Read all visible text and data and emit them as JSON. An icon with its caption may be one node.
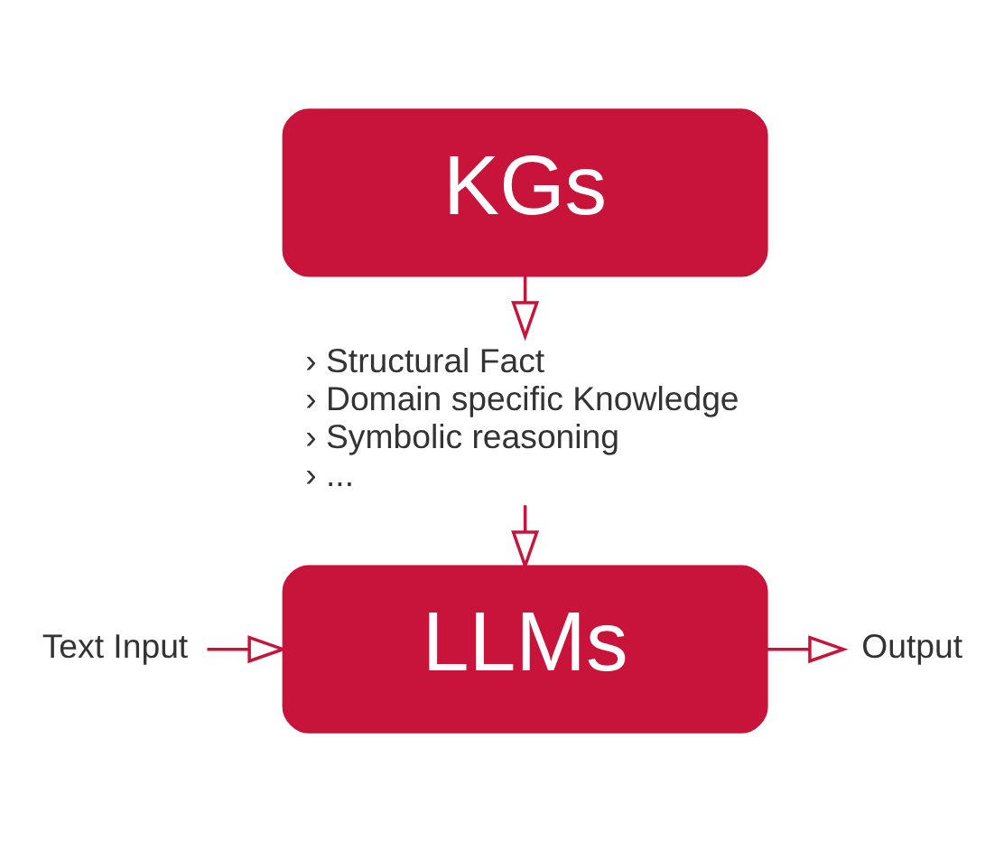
{
  "diagram": {
    "nodes": [
      {
        "text": [
          "KGs"
        ]
      },
      {
        "text": [
          "› Structural Fact",
          "› Domain specific Knowledge",
          "› Symbolic reasoning",
          "› ..."
        ]
      },
      {
        "text": [
          "LLMs"
        ]
      },
      {
        "text": [
          "Text Input"
        ]
      },
      {
        "text": [
          "Output"
        ]
      }
    ],
    "edges": [
      {
        "from": 0,
        "to": 1,
        "arrow": "to"
      },
      {
        "from": 1,
        "to": 2,
        "arrow": "to"
      },
      {
        "from": 3,
        "to": 2,
        "arrow": "to"
      },
      {
        "from": 2,
        "to": 4,
        "arrow": "to"
      }
    ]
  }
}
